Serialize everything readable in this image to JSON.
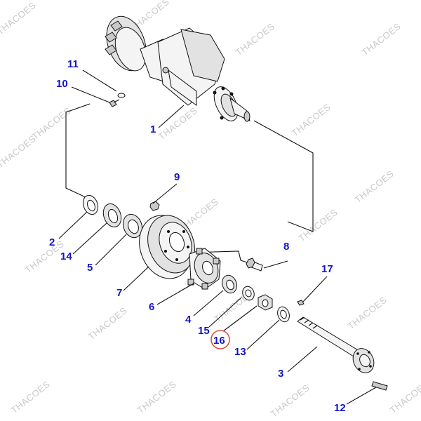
{
  "watermark": "THACOES",
  "highlight_color": "#e05040",
  "label_color": "#1515c8",
  "callouts": {
    "p1": "1",
    "p2": "2",
    "p3": "3",
    "p4": "4",
    "p5": "5",
    "p6": "6",
    "p7": "7",
    "p8": "8",
    "p9": "9",
    "p10": "10",
    "p11": "11",
    "p12": "12",
    "p13": "13",
    "p14": "14",
    "p15": "15",
    "p16": "16",
    "p17": "17"
  },
  "highlighted_part": "16"
}
